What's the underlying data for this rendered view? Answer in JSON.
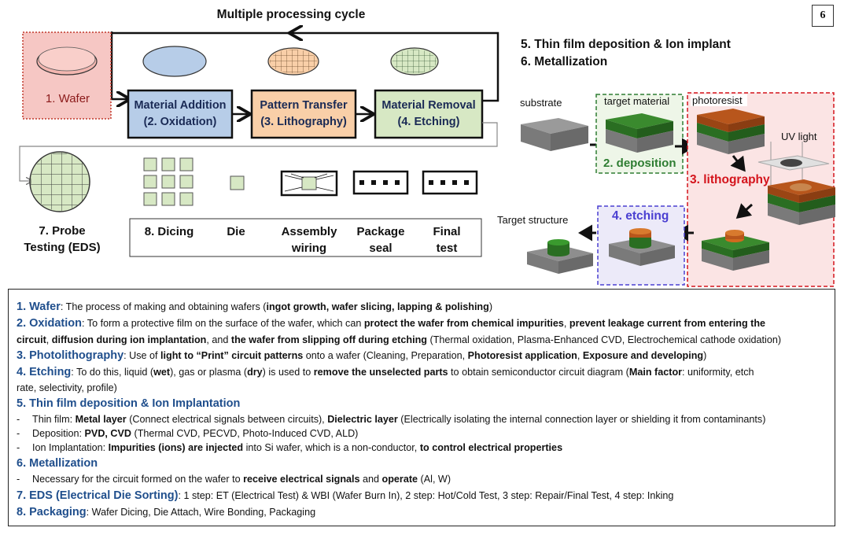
{
  "page_number": "6",
  "flow": {
    "cycle_label": "Multiple processing cycle",
    "wafer": "1. Wafer",
    "material_addition": [
      "Material Addition",
      "(2. Oxidation)"
    ],
    "pattern_transfer": [
      "Pattern Transfer",
      "(3. Lithography)"
    ],
    "material_removal": [
      "Material Removal",
      "(4. Etching)"
    ],
    "probe_testing": [
      "7. Probe",
      "Testing (EDS)"
    ],
    "packaging_steps": [
      [
        "8. Dicing"
      ],
      [
        "Die"
      ],
      [
        "Assembly",
        "wiring"
      ],
      [
        "Package",
        "seal"
      ],
      [
        "Final",
        "test"
      ]
    ]
  },
  "right_panel": {
    "title_lines": [
      "5. Thin film deposition & Ion implant",
      "6. Metallization"
    ],
    "labels": {
      "substrate": "substrate",
      "target_material": "target material",
      "photoresist": "photoresist",
      "uv_light": "UV light",
      "deposition": "2. deposition",
      "lithography": "3. lithography",
      "etching": "4. etching",
      "target_structure": "Target structure"
    }
  },
  "description": {
    "wafer": {
      "heading": "1. Wafer",
      "t1": ": The process of making and obtaining wafers (",
      "b1": "ingot growth, wafer slicing, lapping & polishing",
      "t2": ")"
    },
    "oxidation": {
      "heading": "2. Oxidation",
      "t1": ": To form a protective film on the surface of the wafer, which can ",
      "b1": "protect the wafer from chemical impurities",
      "t2": ", ",
      "b2": "prevent leakage current from entering the",
      "b3": "circuit",
      "t3": ", ",
      "b4": "diffusion during ion implantation",
      "t4": ", and ",
      "b5": "the wafer from slipping off during etching",
      "t5": " (Thermal oxidation, Plasma-Enhanced CVD, Electrochemical cathode oxidation)"
    },
    "photolithography": {
      "heading": "3. Photolithography",
      "t1": ": Use of ",
      "b1": "light to “Print” circuit patterns",
      "t2": " onto a wafer (Cleaning, Preparation, ",
      "b2": "Photoresist application",
      "t3": ", ",
      "b3": "Exposure and developing",
      "t4": ")"
    },
    "etching": {
      "heading": "4. Etching",
      "t1": ": To do this, liquid (",
      "b1": "wet",
      "t2": "), gas or plasma (",
      "b2": "dry",
      "t3": ") is used to ",
      "b3": "remove the unselected parts",
      "t4": " to obtain semiconductor circuit diagram (",
      "b4": "Main factor",
      "t5": ": uniformity, etch",
      "t6": "rate, selectivity, profile)"
    },
    "thin_film": {
      "heading": "5. Thin film deposition & Ion Implantation",
      "l1_t1": "Thin film: ",
      "l1_b1": "Metal layer",
      "l1_t2": " (Connect electrical signals between circuits), ",
      "l1_b2": "Dielectric layer",
      "l1_t3": " (Electrically isolating the internal connection layer or shielding it from contaminants)",
      "l2_t1": "Deposition: ",
      "l2_b1": "PVD, CVD",
      "l2_t2": " (Thermal CVD, PECVD, Photo-Induced CVD, ALD)",
      "l3_t1": "Ion Implantation: ",
      "l3_b1": "Impurities (ions) are injected",
      "l3_t2": " into Si wafer, which is a non-conductor, ",
      "l3_b2": "to control electrical properties"
    },
    "metallization": {
      "heading": "6. Metallization",
      "t1": "Necessary for the circuit formed on the wafer to ",
      "b1": "receive electrical signals",
      "t2": " and ",
      "b2": "operate",
      "t3": " (Al, W)"
    },
    "eds": {
      "heading": "7. EDS (Electrical Die Sorting)",
      "t1": ": 1 step: ET (Electrical Test) & WBI (Wafer Burn In), 2 step: Hot/Cold Test, 3 step: Repair/Final Test, 4 step: Inking"
    },
    "packaging": {
      "heading": "8. Packaging",
      "t1": ": Wafer Dicing, Die Attach, Wire Bonding, Packaging"
    },
    "bullet": "-"
  },
  "colors": {
    "oxidation_fill": "#b7cde8",
    "lithography_fill": "#f9cfa8",
    "etching_fill": "#d7e8c4",
    "wafer_box_border": "#c0392b",
    "heading_blue": "#1f4e8c",
    "litho_red": "#d4141c",
    "etching_blue": "#4a3fd1",
    "deposition_green": "#2e7d32"
  }
}
